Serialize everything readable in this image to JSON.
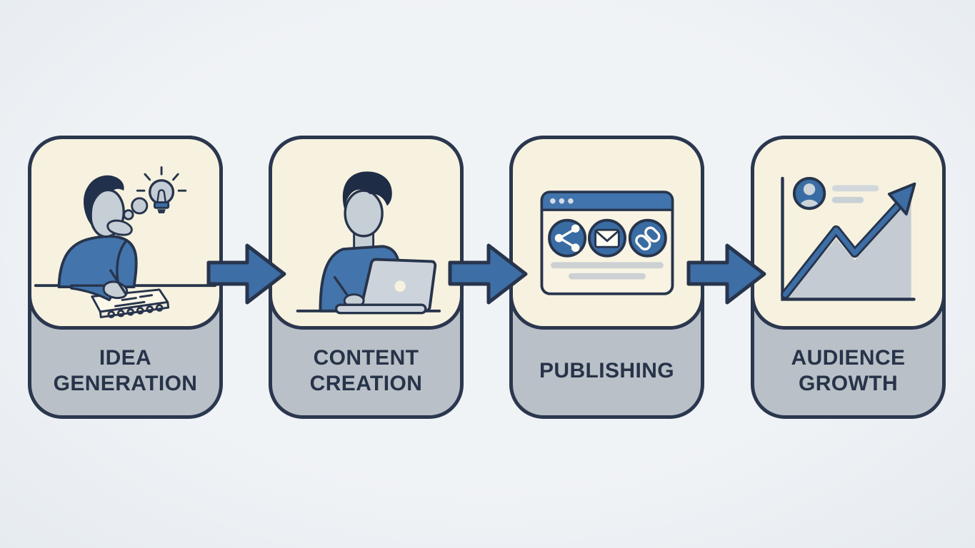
{
  "diagram": {
    "kind": "process-flow",
    "direction": "left-to-right",
    "steps": [
      {
        "label": "IDEA\nGENERATION",
        "illustration": "person-thinking-and-writing-on-notepad-with-lightbulb"
      },
      {
        "label": "CONTENT\nCREATION",
        "illustration": "person-working-on-laptop"
      },
      {
        "label": "PUBLISHING",
        "illustration": "browser-window-with-share-mail-link-icons"
      },
      {
        "label": "AUDIENCE\nGROWTH",
        "illustration": "growth-chart-with-avatar-and-rising-arrow"
      }
    ],
    "connectors": [
      {
        "type": "arrow-right",
        "from": "IDEA GENERATION",
        "to": "CONTENT CREATION"
      },
      {
        "type": "arrow-right",
        "from": "CONTENT CREATION",
        "to": "PUBLISHING"
      },
      {
        "type": "arrow-right",
        "from": "PUBLISHING",
        "to": "AUDIENCE GROWTH"
      }
    ],
    "colors": {
      "page_background": "#eef1f5",
      "card_border": "#2a374e",
      "art_panel_background": "#f7f2df",
      "label_panel_background": "#b9c0c7",
      "label_text": "#273349",
      "accent_blue": "#4173ab",
      "arrow_blue": "#3d6ea6",
      "light_gray": "#c6ced6"
    }
  }
}
